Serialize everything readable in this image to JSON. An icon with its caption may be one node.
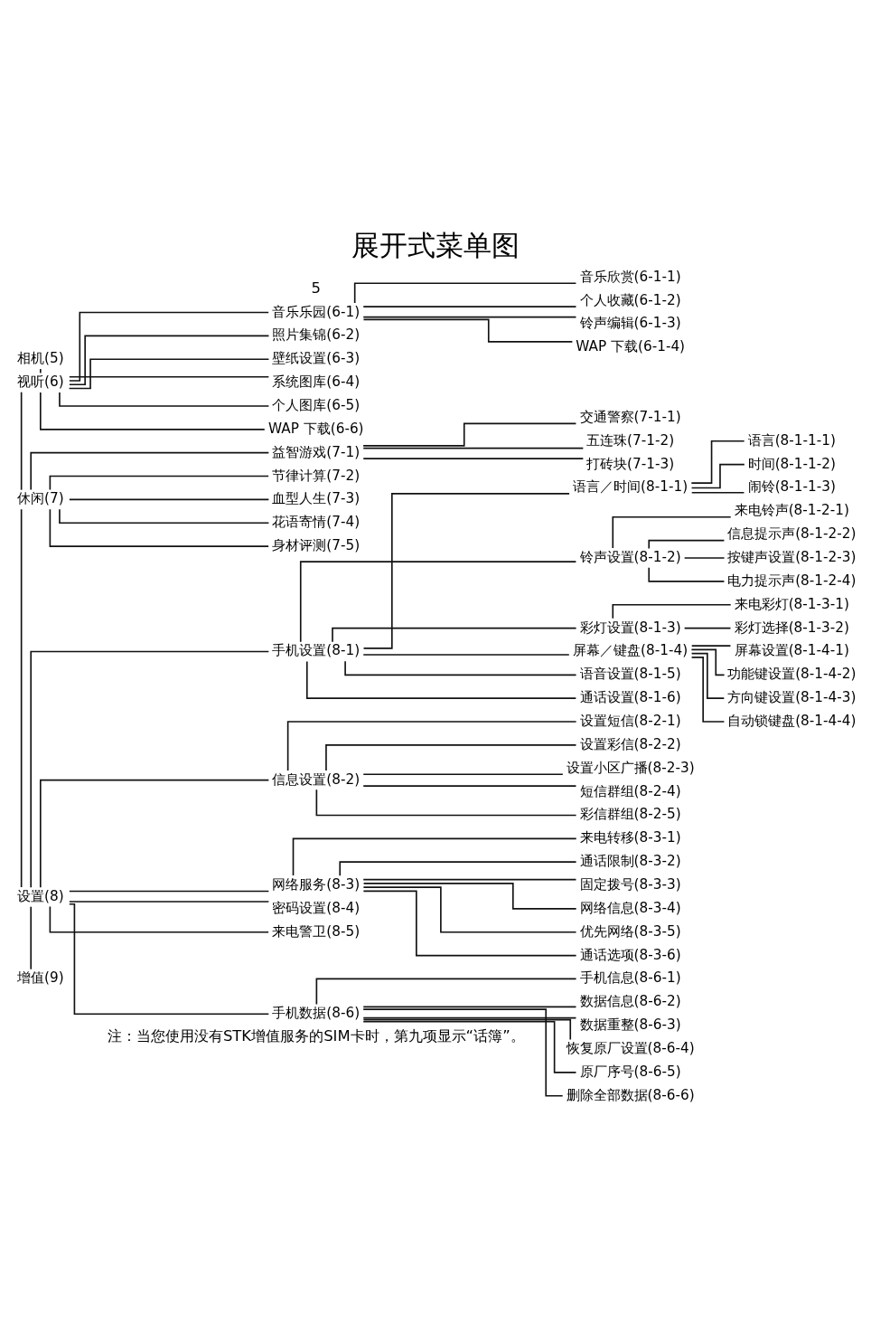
{
  "diagram": {
    "title": "展开式菜单图",
    "nodes": [
      {
        "text": [
          "相机(5)"
        ]
      },
      {
        "text": [
          "视听(6)"
        ]
      },
      {
        "text": [
          "音乐乐园(6-1)"
        ]
      },
      {
        "text": [
          "照片集锦(6-2)"
        ]
      },
      {
        "text": [
          "壁纸设置(6-3)"
        ]
      },
      {
        "text": [
          "系统图库(6-4)"
        ]
      },
      {
        "text": [
          "个人图库(6-5)"
        ]
      },
      {
        "text": [
          "WAP 下载(6-6)"
        ]
      },
      {
        "text": [
          "音乐欣赏(6-1-1)"
        ]
      },
      {
        "text": [
          "个人收藏(6-1-2)"
        ]
      },
      {
        "text": [
          "铃声编辑(6-1-3)"
        ]
      },
      {
        "text": [
          "WAP 下载(6-1-4)"
        ]
      },
      {
        "text": [
          "休闲(7)"
        ]
      },
      {
        "text": [
          "益智游戏(7-1)"
        ]
      },
      {
        "text": [
          "节律计算(7-2)"
        ]
      },
      {
        "text": [
          "血型人生(7-3)"
        ]
      },
      {
        "text": [
          "花语寄情(7-4)"
        ]
      },
      {
        "text": [
          "身材评测(7-5)"
        ]
      },
      {
        "text": [
          "交通警察(7-1-1)"
        ]
      },
      {
        "text": [
          "五连珠(7-1-2)"
        ]
      },
      {
        "text": [
          "打砖块(7-1-3)"
        ]
      },
      {
        "text": [
          "设置(8)"
        ]
      },
      {
        "text": [
          "手机设置(8-1)"
        ]
      },
      {
        "text": [
          "语言／时间(8-1-1)"
        ]
      },
      {
        "text": [
          "语言(8-1-1-1)"
        ]
      },
      {
        "text": [
          "时间(8-1-1-2)"
        ]
      },
      {
        "text": [
          "闹铃(8-1-1-3)"
        ]
      },
      {
        "text": [
          "铃声设置(8-1-2)"
        ]
      },
      {
        "text": [
          "来电铃声(8-1-2-1)"
        ]
      },
      {
        "text": [
          "信息提示声(8-1-2-2)"
        ]
      },
      {
        "text": [
          "按键声设置(8-1-2-3)"
        ]
      },
      {
        "text": [
          "电力提示声(8-1-2-4)"
        ]
      },
      {
        "text": [
          "彩灯设置(8-1-3)"
        ]
      },
      {
        "text": [
          "来电彩灯(8-1-3-1)"
        ]
      },
      {
        "text": [
          "彩灯选择(8-1-3-2)"
        ]
      },
      {
        "text": [
          "屏幕／键盘(8-1-4)"
        ]
      },
      {
        "text": [
          "屏幕设置(8-1-4-1)"
        ]
      },
      {
        "text": [
          "功能键设置(8-1-4-2)"
        ]
      },
      {
        "text": [
          "方向键设置(8-1-4-3)"
        ]
      },
      {
        "text": [
          "自动锁键盘(8-1-4-4)"
        ]
      },
      {
        "text": [
          "语音设置(8-1-5)"
        ]
      },
      {
        "text": [
          "通话设置(8-1-6)"
        ]
      },
      {
        "text": [
          "信息设置(8-2)"
        ]
      },
      {
        "text": [
          "设置短信(8-2-1)"
        ]
      },
      {
        "text": [
          "设置彩信(8-2-2)"
        ]
      },
      {
        "text": [
          "设置小区广播(8-2-3)"
        ]
      },
      {
        "text": [
          "短信群组(8-2-4)"
        ]
      },
      {
        "text": [
          "彩信群组(8-2-5)"
        ]
      },
      {
        "text": [
          "网络服务(8-3)"
        ]
      },
      {
        "text": [
          "来电转移(8-3-1)"
        ]
      },
      {
        "text": [
          "通话限制(8-3-2)"
        ]
      },
      {
        "text": [
          "固定拨号(8-3-3)"
        ]
      },
      {
        "text": [
          "网络信息(8-3-4)"
        ]
      },
      {
        "text": [
          "优先网络(8-3-5)"
        ]
      },
      {
        "text": [
          "通话选项(8-3-6)"
        ]
      },
      {
        "text": [
          "密码设置(8-4)"
        ]
      },
      {
        "text": [
          "来电警卫(8-5)"
        ]
      },
      {
        "text": [
          "手机数据(8-6)"
        ]
      },
      {
        "text": [
          "手机信息(8-6-1)"
        ]
      },
      {
        "text": [
          "数据信息(8-6-2)"
        ]
      },
      {
        "text": [
          "数据重整(8-6-3)"
        ]
      },
      {
        "text": [
          "恢复原厂设置(8-6-4)"
        ]
      },
      {
        "text": [
          "原厂序号(8-6-5)"
        ]
      },
      {
        "text": [
          "删除全部数据(8-6-6)"
        ]
      },
      {
        "text": [
          "增值(9)"
        ]
      }
    ],
    "edges": [
      {
        "from": 0,
        "to": 1,
        "arrow": "none"
      },
      {
        "from": 1,
        "to": 12,
        "arrow": "none"
      },
      {
        "from": 12,
        "to": 21,
        "arrow": "none"
      },
      {
        "from": 21,
        "to": 64,
        "arrow": "none"
      },
      {
        "from": 1,
        "to": 2,
        "arrow": "none"
      },
      {
        "from": 1,
        "to": 3,
        "arrow": "none"
      },
      {
        "from": 1,
        "to": 4,
        "arrow": "none"
      },
      {
        "from": 1,
        "to": 5,
        "arrow": "none"
      },
      {
        "from": 1,
        "to": 6,
        "arrow": "none"
      },
      {
        "from": 1,
        "to": 7,
        "arrow": "none"
      },
      {
        "from": 2,
        "to": 8,
        "arrow": "none"
      },
      {
        "from": 2,
        "to": 9,
        "arrow": "none"
      },
      {
        "from": 2,
        "to": 10,
        "arrow": "none"
      },
      {
        "from": 2,
        "to": 11,
        "arrow": "none"
      },
      {
        "from": 12,
        "to": 13,
        "arrow": "none"
      },
      {
        "from": 12,
        "to": 14,
        "arrow": "none"
      },
      {
        "from": 12,
        "to": 15,
        "arrow": "none"
      },
      {
        "from": 12,
        "to": 16,
        "arrow": "none"
      },
      {
        "from": 12,
        "to": 17,
        "arrow": "none"
      },
      {
        "from": 13,
        "to": 18,
        "arrow": "none"
      },
      {
        "from": 13,
        "to": 19,
        "arrow": "none"
      },
      {
        "from": 13,
        "to": 20,
        "arrow": "none"
      },
      {
        "from": 21,
        "to": 22,
        "arrow": "none"
      },
      {
        "from": 21,
        "to": 42,
        "arrow": "none"
      },
      {
        "from": 21,
        "to": 48,
        "arrow": "none"
      },
      {
        "from": 21,
        "to": 55,
        "arrow": "none"
      },
      {
        "from": 21,
        "to": 56,
        "arrow": "none"
      },
      {
        "from": 21,
        "to": 57,
        "arrow": "none"
      },
      {
        "from": 22,
        "to": 23,
        "arrow": "none"
      },
      {
        "from": 22,
        "to": 27,
        "arrow": "none"
      },
      {
        "from": 22,
        "to": 32,
        "arrow": "none"
      },
      {
        "from": 22,
        "to": 35,
        "arrow": "none"
      },
      {
        "from": 22,
        "to": 40,
        "arrow": "none"
      },
      {
        "from": 22,
        "to": 41,
        "arrow": "none"
      },
      {
        "from": 23,
        "to": 24,
        "arrow": "none"
      },
      {
        "from": 23,
        "to": 25,
        "arrow": "none"
      },
      {
        "from": 23,
        "to": 26,
        "arrow": "none"
      },
      {
        "from": 27,
        "to": 28,
        "arrow": "none"
      },
      {
        "from": 27,
        "to": 29,
        "arrow": "none"
      },
      {
        "from": 27,
        "to": 30,
        "arrow": "none"
      },
      {
        "from": 27,
        "to": 31,
        "arrow": "none"
      },
      {
        "from": 32,
        "to": 33,
        "arrow": "none"
      },
      {
        "from": 32,
        "to": 34,
        "arrow": "none"
      },
      {
        "from": 35,
        "to": 36,
        "arrow": "none"
      },
      {
        "from": 35,
        "to": 37,
        "arrow": "none"
      },
      {
        "from": 35,
        "to": 38,
        "arrow": "none"
      },
      {
        "from": 35,
        "to": 39,
        "arrow": "none"
      },
      {
        "from": 42,
        "to": 43,
        "arrow": "none"
      },
      {
        "from": 42,
        "to": 44,
        "arrow": "none"
      },
      {
        "from": 42,
        "to": 45,
        "arrow": "none"
      },
      {
        "from": 42,
        "to": 46,
        "arrow": "none"
      },
      {
        "from": 42,
        "to": 47,
        "arrow": "none"
      },
      {
        "from": 48,
        "to": 49,
        "arrow": "none"
      },
      {
        "from": 48,
        "to": 50,
        "arrow": "none"
      },
      {
        "from": 48,
        "to": 51,
        "arrow": "none"
      },
      {
        "from": 48,
        "to": 52,
        "arrow": "none"
      },
      {
        "from": 48,
        "to": 53,
        "arrow": "none"
      },
      {
        "from": 48,
        "to": 54,
        "arrow": "none"
      },
      {
        "from": 57,
        "to": 58,
        "arrow": "none"
      },
      {
        "from": 57,
        "to": 59,
        "arrow": "none"
      },
      {
        "from": 57,
        "to": 60,
        "arrow": "none"
      },
      {
        "from": 57,
        "to": 61,
        "arrow": "none"
      },
      {
        "from": 57,
        "to": 62,
        "arrow": "none"
      },
      {
        "from": 57,
        "to": 63,
        "arrow": "none"
      }
    ],
    "labels": [
      "注：当您使用没有STK增值服务的SIM卡时，第九项显示“话簿”。",
      "5"
    ]
  }
}
